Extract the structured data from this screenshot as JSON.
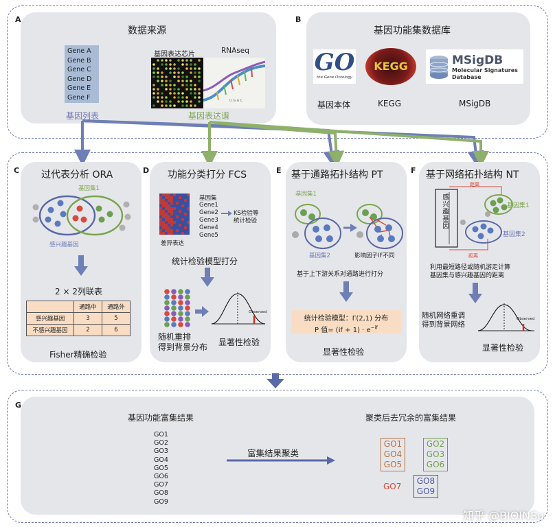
{
  "panel_a": {
    "letter": "A",
    "title": "数据来源",
    "genes": [
      "Gene A",
      "Gene B",
      "Gene C",
      "Gene D",
      "Gene E",
      "Gene F"
    ],
    "gene_list_label": "基因列表",
    "microarray_label": "基因表达芯片",
    "rnaseq_label": "RNAseq",
    "profile_label": "基因表达谱",
    "colors": {
      "gene_box": "#a9bbd5",
      "purple": "#6f78b4",
      "green": "#7aa64c"
    }
  },
  "panel_b": {
    "letter": "B",
    "title": "基因功能集数据库",
    "go_logo": "GO",
    "go_sub": "the Gene Ontology",
    "kegg_logo": "KEGG",
    "msig_logo": "MSigDB",
    "msig_sub1": "Molecular Signatures",
    "msig_sub2": "Database",
    "go_caption": "基因本体",
    "kegg_caption": "KEGG",
    "msig_caption": "MSigDB"
  },
  "panel_c": {
    "letter": "C",
    "title": "过代表分析 ORA",
    "gene_set_label": "基因集1",
    "interest_label": "感兴趣基因",
    "table_title": "2 × 2列联表",
    "table_header": [
      "",
      "通路中",
      "通路外"
    ],
    "table_rows": [
      {
        "label": "感兴趣基因",
        "in": "3",
        "out": "5"
      },
      {
        "label": "不感兴趣基因",
        "in": "2",
        "out": "6"
      }
    ],
    "footer": "Fisher精确检验"
  },
  "panel_d": {
    "letter": "D",
    "title": "功能分类打分 FCS",
    "gene_set_header": "基因集",
    "genes": [
      "Gene1",
      "Gene2",
      "Gene3",
      "Gene4",
      "Gene5"
    ],
    "ks_label": "KS检验等\n统计检验",
    "diff_label": "差异表达",
    "model_label": "统计检验模型打分",
    "random_label": "随机重排\n得到背景分布",
    "sig_label": "显著性检验",
    "observed": "Observed"
  },
  "panel_e": {
    "letter": "E",
    "title": "基于通路拓扑结构 PT",
    "set1": "基因集1",
    "set2": "基因集2",
    "factor": "影响因子IF不同",
    "caption": "基于上下游关系对通路进行打分",
    "model_line1": "统计检验模型：Γ(2,1) 分布",
    "model_line2": "P 值= (if + 1) · e",
    "model_exp": "−if",
    "footer": "显著性检验"
  },
  "panel_f": {
    "letter": "F",
    "title": "基于网络拓扑结构 NT",
    "distance1": "距离",
    "distance2": "距离",
    "interest_vertical": "感兴趣基因",
    "set1": "基因集1",
    "set2": "基因集2",
    "caption1": "利用最短路径或随机游走计算",
    "caption2": "基因集与感兴趣基因的距离",
    "random_label": "随机网络重调\n得到背景网络",
    "observed": "Observed",
    "footer": "显著性检验"
  },
  "panel_g": {
    "letter": "G",
    "left_title": "基因功能富集结果",
    "go_terms": [
      "GO1",
      "GO2",
      "GO3",
      "GO4",
      "GO5",
      "GO6",
      "GO7",
      "GO8",
      "GO9"
    ],
    "arrow_label": "富集结果聚类",
    "right_title": "聚类后去冗余的富集结果",
    "cluster_orange": [
      "GO1",
      "GO4",
      "GO5"
    ],
    "cluster_green": [
      "GO2",
      "GO3",
      "GO6"
    ],
    "cluster_blue": [
      "GO8",
      "GO9"
    ],
    "single_red": "GO7",
    "colors": {
      "orange": "#b8703a",
      "green": "#6ea04a",
      "blue": "#4a56a0",
      "red": "#d24a3a"
    }
  },
  "watermark": "知乎 @BIOINSu"
}
